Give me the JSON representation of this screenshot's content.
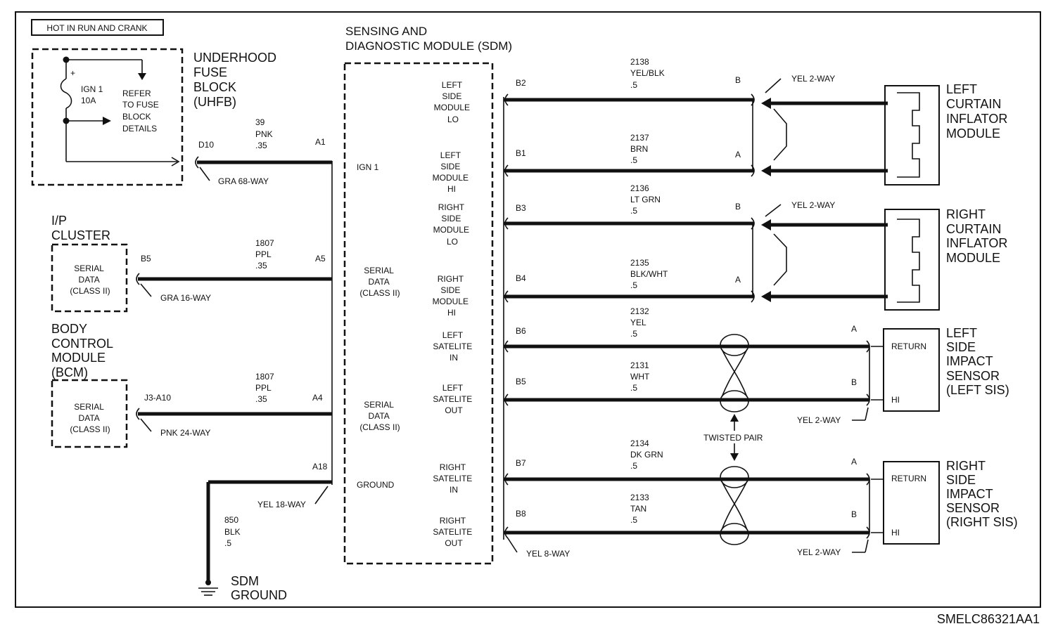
{
  "diagram": {
    "note": "HOT IN RUN AND CRANK",
    "code": "SMELC86321AA1",
    "uhfb": {
      "title": [
        "UNDERHOOD",
        "FUSE",
        "BLOCK",
        "(UHFB)"
      ],
      "fuse_label": [
        "IGN 1",
        "10A"
      ],
      "refer": [
        "REFER",
        "TO FUSE",
        "BLOCK",
        "DETAILS"
      ],
      "pin": "D10",
      "connector": "GRA 68-WAY"
    },
    "ip_cluster": {
      "title": [
        "I/P",
        "CLUSTER"
      ],
      "inner": [
        "SERIAL",
        "DATA",
        "(CLASS II)"
      ],
      "pin": "B5",
      "connector": "GRA 16-WAY"
    },
    "bcm": {
      "title": [
        "BODY",
        "CONTROL",
        "MODULE",
        "(BCM)"
      ],
      "inner": [
        "SERIAL",
        "DATA",
        "(CLASS II)"
      ],
      "pin": "J3-A10",
      "connector": "PNK 24-WAY"
    },
    "left_wires": [
      {
        "circuit": "39",
        "color": "PNK",
        "gauge": ".35",
        "pin": "A1"
      },
      {
        "circuit": "1807",
        "color": "PPL",
        "gauge": ".35",
        "pin": "A5"
      },
      {
        "circuit": "1807",
        "color": "PPL",
        "gauge": ".35",
        "pin": "A4"
      }
    ],
    "ground": {
      "pin": "A18",
      "connector": "YEL 18-WAY",
      "circuit": "850",
      "color": "BLK",
      "gauge": ".5",
      "label": [
        "SDM",
        "GROUND"
      ]
    },
    "sdm": {
      "title": [
        "SENSING AND",
        "DIAGNOSTIC MODULE (SDM)"
      ],
      "left_labels": [
        {
          "lines": [
            "IGN 1"
          ]
        },
        {
          "lines": [
            "SERIAL",
            "DATA",
            "(CLASS II)"
          ]
        },
        {
          "lines": [
            "SERIAL",
            "DATA",
            "(CLASS II)"
          ]
        },
        {
          "lines": [
            "GROUND"
          ]
        }
      ],
      "right_labels": [
        {
          "lines": [
            "LEFT",
            "SIDE",
            "MODULE",
            "LO"
          ]
        },
        {
          "lines": [
            "LEFT",
            "SIDE",
            "MODULE",
            "HI"
          ]
        },
        {
          "lines": [
            "RIGHT",
            "SIDE",
            "MODULE",
            "LO"
          ]
        },
        {
          "lines": [
            "RIGHT",
            "SIDE",
            "MODULE",
            "HI"
          ]
        },
        {
          "lines": [
            "LEFT",
            "SATELITE",
            "IN"
          ]
        },
        {
          "lines": [
            "LEFT",
            "SATELITE",
            "OUT"
          ]
        },
        {
          "lines": [
            "RIGHT",
            "SATELITE",
            "IN"
          ]
        },
        {
          "lines": [
            "RIGHT",
            "SATELITE",
            "OUT"
          ]
        }
      ],
      "connector": "YEL 8-WAY"
    },
    "right_wires": [
      {
        "pin": "B2",
        "circuit": "2138",
        "color": "YEL/BLK",
        "gauge": ".5",
        "end_pin": "B"
      },
      {
        "pin": "B1",
        "circuit": "2137",
        "color": "BRN",
        "gauge": ".5",
        "end_pin": "A"
      },
      {
        "pin": "B3",
        "circuit": "2136",
        "color": "LT GRN",
        "gauge": ".5",
        "end_pin": "B"
      },
      {
        "pin": "B4",
        "circuit": "2135",
        "color": "BLK/WHT",
        "gauge": ".5",
        "end_pin": "A"
      },
      {
        "pin": "B6",
        "circuit": "2132",
        "color": "YEL",
        "gauge": ".5",
        "end_pin": "A"
      },
      {
        "pin": "B5",
        "circuit": "2131",
        "color": "WHT",
        "gauge": ".5",
        "end_pin": "B"
      },
      {
        "pin": "B7",
        "circuit": "2134",
        "color": "DK GRN",
        "gauge": ".5",
        "end_pin": "A"
      },
      {
        "pin": "B8",
        "circuit": "2133",
        "color": "TAN",
        "gauge": ".5",
        "end_pin": "B"
      }
    ],
    "connector_labels": [
      "YEL 2-WAY",
      "YEL 2-WAY",
      "YEL 2-WAY",
      "YEL 2-WAY"
    ],
    "twisted_pair": "TWISTED PAIR",
    "components": [
      {
        "name": [
          "LEFT",
          "CURTAIN",
          "INFLATOR",
          "MODULE"
        ]
      },
      {
        "name": [
          "RIGHT",
          "CURTAIN",
          "INFLATOR",
          "MODULE"
        ]
      },
      {
        "name": [
          "LEFT",
          "SIDE",
          "IMPACT",
          "SENSOR",
          "(LEFT SIS)"
        ],
        "return": "RETURN",
        "hi": "HI"
      },
      {
        "name": [
          "RIGHT",
          "SIDE",
          "IMPACT",
          "SENSOR",
          "(RIGHT SIS)"
        ],
        "return": "RETURN",
        "hi": "HI"
      }
    ]
  }
}
